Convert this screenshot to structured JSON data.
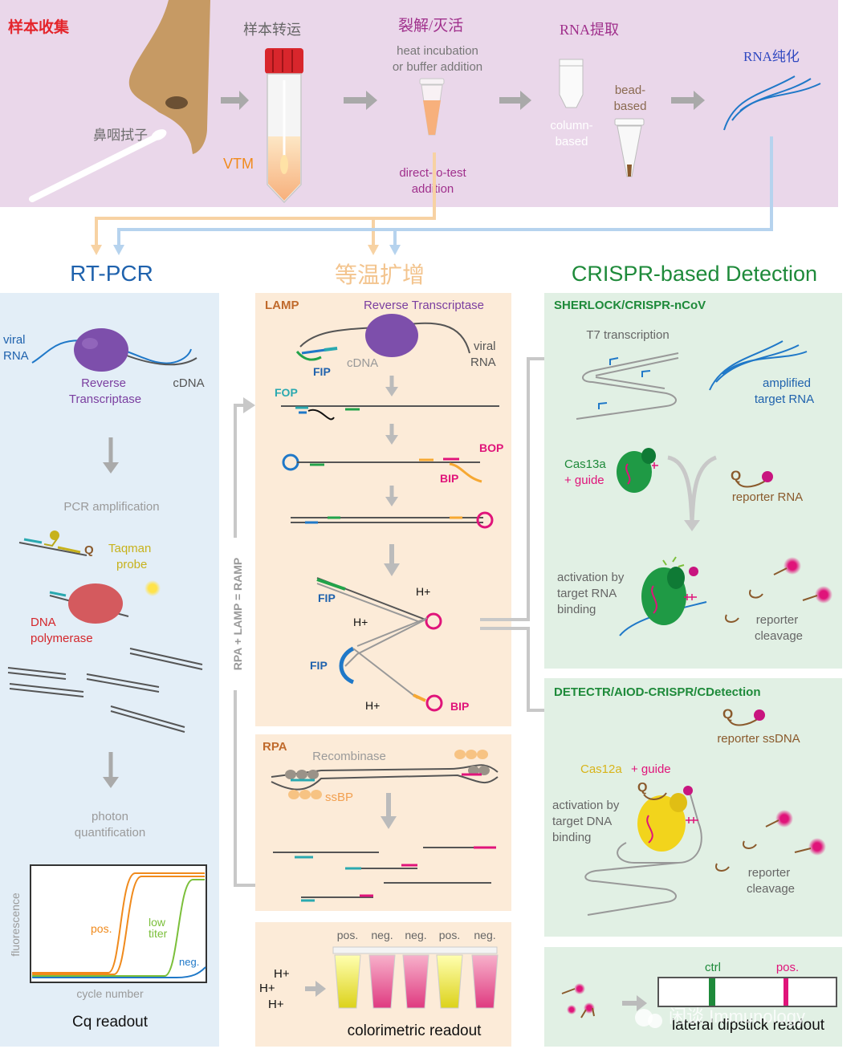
{
  "top": {
    "sample_collection": "样本收集",
    "sample_transport": "样本转运",
    "lysis": "裂解/灭活",
    "lysis_note_1": "heat incubation",
    "lysis_note_2": "or buffer addition",
    "direct_1": "direct-to-test",
    "direct_2": "addition",
    "rna_extraction": "RNA提取",
    "column_1": "column-",
    "column_2": "based",
    "bead_1": "bead-",
    "bead_2": "based",
    "rna_purification": "RNA纯化",
    "swab": "鼻咽拭子",
    "vtm": "VTM"
  },
  "headers": {
    "rtpcr": "RT-PCR",
    "isothermal": "等温扩增",
    "crispr": "CRISPR-based Detection"
  },
  "rtpcr": {
    "viral_1": "viral",
    "viral_2": "RNA",
    "rt_1": "Reverse",
    "rt_2": "Transcriptase",
    "cdna": "cDNA",
    "pcr_amp": "PCR amplification",
    "taqman_1": "Taqman",
    "taqman_2": "probe",
    "q": "Q",
    "dna_1": "DNA",
    "dna_2": "polymerase",
    "photon_1": "photon",
    "photon_2": "quantification",
    "ylabel": "fluorescence",
    "xlabel": "cycle number",
    "pos": "pos.",
    "low_1": "low",
    "low_2": "titer",
    "neg": "neg.",
    "readout": "Cq readout"
  },
  "lamp": {
    "title": "LAMP",
    "rt": "Reverse Transcriptase",
    "viral_1": "viral",
    "viral_2": "RNA",
    "fip": "FIP",
    "cdna": "cDNA",
    "fop": "FOP",
    "bop": "BOP",
    "bip": "BIP",
    "hplus": "H+"
  },
  "ramp": "RPA + LAMP = RAMP",
  "rpa": {
    "title": "RPA",
    "recombinase": "Recombinase",
    "ssbp": "ssBP"
  },
  "colorimetric": {
    "labels": [
      "pos.",
      "neg.",
      "neg.",
      "pos.",
      "neg."
    ],
    "hplus": "H+",
    "readout": "colorimetric readout"
  },
  "sherlock": {
    "title": "SHERLOCK/CRISPR-nCoV",
    "t7": "T7 transcription",
    "amp_1": "amplified",
    "amp_2": "target RNA",
    "cas_1": "Cas13a",
    "cas_2": "+ guide",
    "q": "Q",
    "reporter_rna": "reporter RNA",
    "act_1": "activation by",
    "act_2": "target RNA",
    "act_3": "binding",
    "rep_1": "reporter",
    "rep_2": "cleavage"
  },
  "detectr": {
    "title": "DETECTR/AIOD-CRISPR/CDetection",
    "q": "Q",
    "reporter_ssdna": "reporter ssDNA",
    "cas": "Cas12a",
    "guide": "+ guide",
    "act_1": "activation by",
    "act_2": "target DNA",
    "act_3": "binding",
    "rep_1": "reporter",
    "rep_2": "cleavage"
  },
  "dipstick": {
    "ctrl": "ctrl",
    "pos": "pos.",
    "readout": "lateral dipstick readout",
    "watermark": "闲谈 Immunology"
  },
  "colors": {
    "top_band": "#ead7ea",
    "rtpcr_panel": "#e3eef7",
    "iso_panel": "#fcebd8",
    "crispr_panel": "#e1f0e4",
    "rtpcr_blue": "#1f62ad",
    "crispr_green": "#1e8a3a",
    "iso_orange": "#f2b27a",
    "magenta": "#e0147a",
    "orange": "#f08a1c",
    "purple": "#7b3fa0"
  }
}
